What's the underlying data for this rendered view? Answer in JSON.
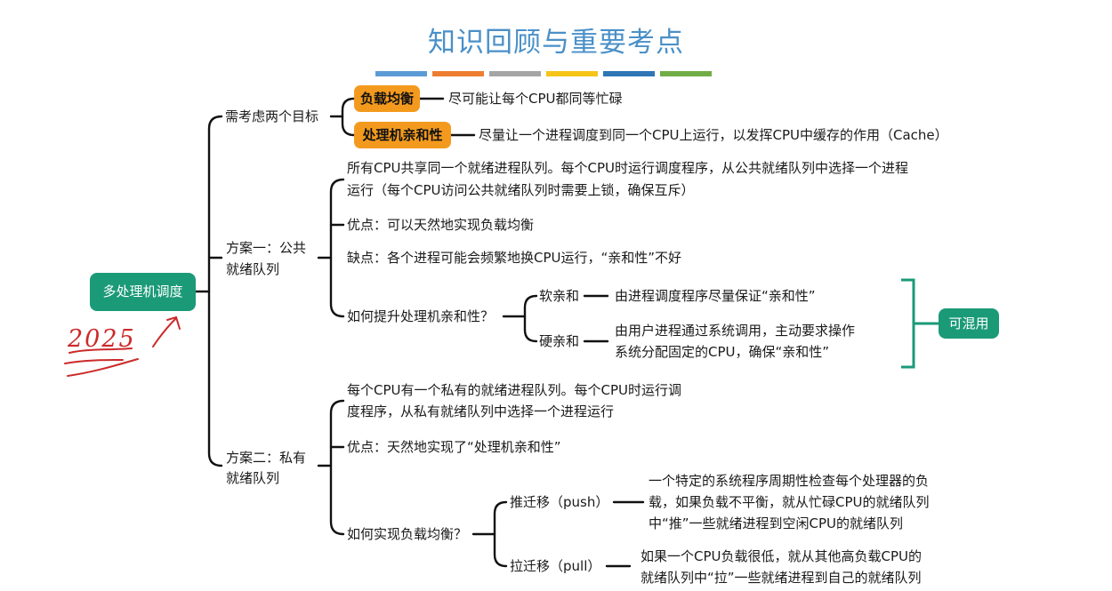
{
  "title": "知识回顾与重要考点",
  "title_bar_colors": [
    "#5b9bd5",
    "#ed7d31",
    "#a5a5a5",
    "#f5c518",
    "#2e75b6",
    "#70ad47"
  ],
  "root": "多处理机调度",
  "handwriting": "2025",
  "goals": {
    "label": "需考虑两个目标",
    "load_balance": {
      "tag": "负载均衡",
      "desc": "尽可能让每个CPU都同等忙碌"
    },
    "affinity": {
      "tag": "处理机亲和性",
      "desc": "尽量让一个进程调度到同一个CPU上运行，以发挥CPU中缓存的作用（Cache）"
    }
  },
  "plan1": {
    "label_line1": "方案一：公共",
    "label_line2": "就绪队列",
    "desc_line1": "所有CPU共享同一个就绪进程队列。每个CPU时运行调度程序，从公共就绪队列中选择一个进程",
    "desc_line2": "运行（每个CPU访问公共就绪队列时需要上锁，确保互斥）",
    "pro": "优点：可以天然地实现负载均衡",
    "con": "缺点：各个进程可能会频繁地换CPU运行，“亲和性”不好",
    "improve": {
      "label": "如何提升处理机亲和性？",
      "soft": {
        "label": "软亲和",
        "desc": "由进程调度程序尽量保证“亲和性”"
      },
      "hard": {
        "label": "硬亲和",
        "desc_line1": "由用户进程通过系统调用，主动要求操作",
        "desc_line2": "系统分配固定的CPU，确保“亲和性”"
      },
      "mix": "可混用"
    }
  },
  "plan2": {
    "label_line1": "方案二：私有",
    "label_line2": "就绪队列",
    "desc_line1": "每个CPU有一个私有的就绪进程队列。每个CPU时运行调",
    "desc_line2": "度程序，从私有就绪队列中选择一个进程运行",
    "pro": "优点：天然地实现了“处理机亲和性”",
    "balance": {
      "label": "如何实现负载均衡？",
      "push": {
        "label": "推迁移（push）",
        "desc_line1": "一个特定的系统程序周期性检查每个处理器的负",
        "desc_line2": "载，如果负载不平衡，就从忙碌CPU的就绪队列",
        "desc_line3": "中“推”一些就绪进程到空闲CPU的就绪队列"
      },
      "pull": {
        "label": "拉迁移（pull）",
        "desc_line1": "如果一个CPU负载很低，就从其他高负载CPU的",
        "desc_line2": "就绪队列中“拉”一些就绪进程到自己的就绪队列"
      }
    }
  }
}
